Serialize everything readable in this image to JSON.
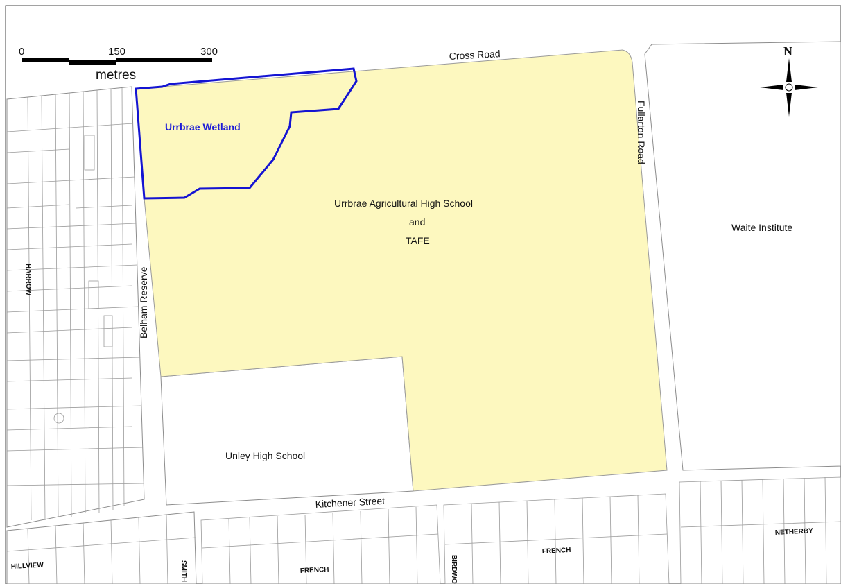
{
  "map": {
    "scale_bar": {
      "ticks": [
        "0",
        "150",
        "300"
      ],
      "unit": "metres"
    },
    "north_label": "N",
    "roads": {
      "cross": "Cross  Road",
      "fullarton": "Fullarton  Road",
      "belham": "Belham  Reserve",
      "kitchener": "Kitchener   Street"
    },
    "streets": {
      "harrow": "HARROW",
      "hillview": "HILLVIEW",
      "smith": "SMITH",
      "french_left": "FRENCH",
      "birdwood": "BIRDWO",
      "french_right": "FRENCH",
      "netherby": "NETHERBY"
    },
    "places": {
      "wetland": "Urrbrae Wetland",
      "school_line1": "Urrbrae Agricultural High School",
      "school_line2": "and",
      "school_line3": "TAFE",
      "waite": "Waite Institute",
      "unley": "Unley High School"
    },
    "colors": {
      "school_fill": "#fdf8bf",
      "wetland_outline": "#1414d2",
      "parcel_lines": "#9a9a9a"
    }
  }
}
